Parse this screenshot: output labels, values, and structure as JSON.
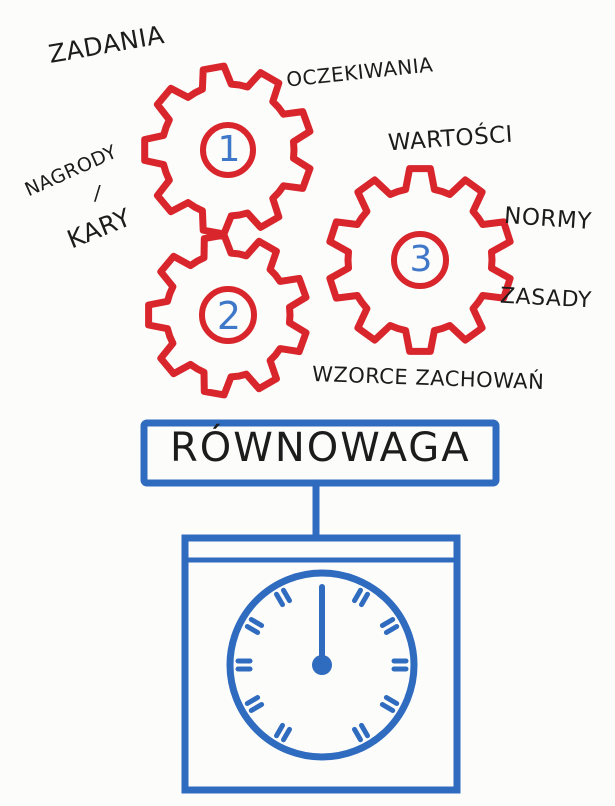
{
  "labels": {
    "zadania": "ZADANIA",
    "oczekiwania": "OCZEKIWANIA",
    "nagrody": "NAGRODY",
    "slash": "/",
    "kary": "KARY",
    "wartosci": "WARTOŚCI",
    "normy": "NORMY",
    "zasady": "ZASADY",
    "wzorce": "WZORCE ZACHOWAŃ",
    "rownowaga": "RÓWNOWAGA"
  },
  "gears": [
    {
      "number": "1"
    },
    {
      "number": "2"
    },
    {
      "number": "3"
    }
  ],
  "colors": {
    "gear": "#d8262c",
    "scale": "#2f6bbf",
    "number": "#3f78c9",
    "ink": "#1c1c1c"
  },
  "icons": [
    "gear-icon",
    "scale-icon",
    "clock-dial-icon"
  ]
}
